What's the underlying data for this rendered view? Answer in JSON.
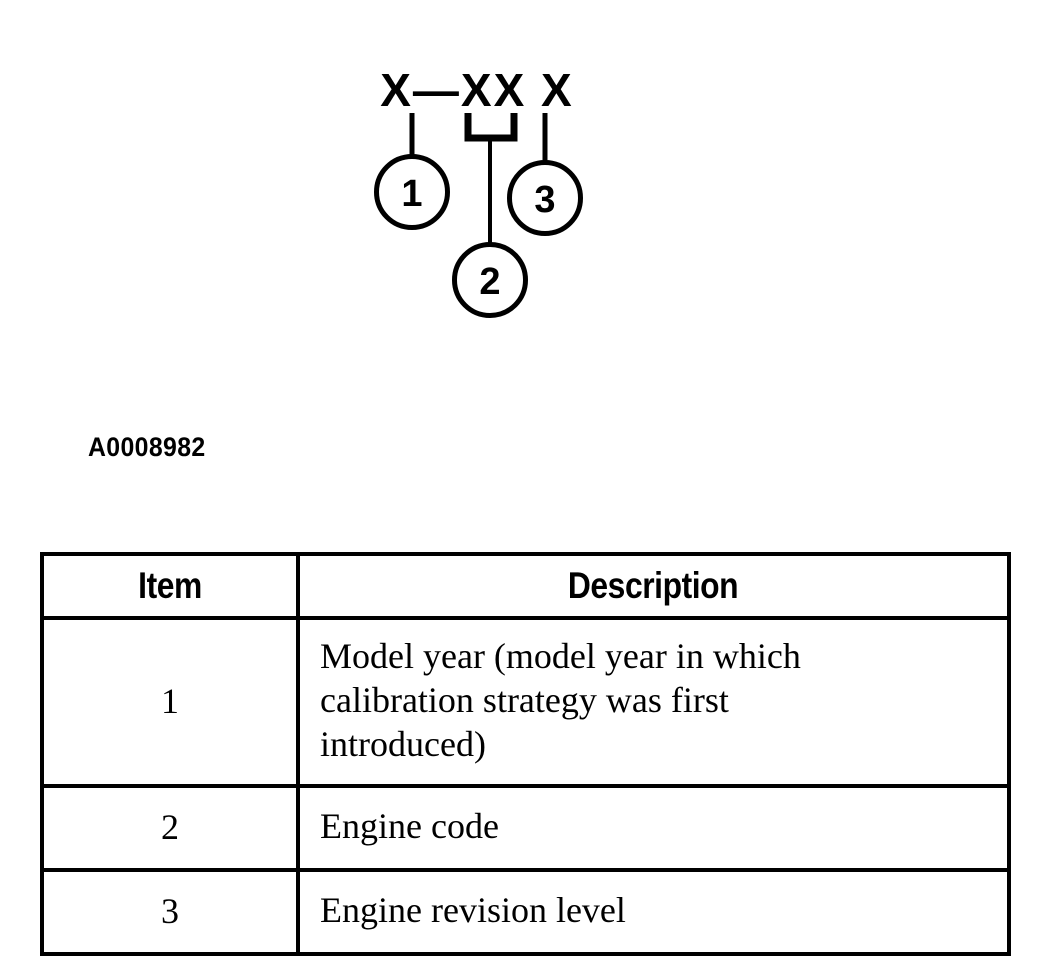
{
  "figure": {
    "code_pattern": "X—XX X",
    "callouts": [
      {
        "number": "1",
        "target": "first-character"
      },
      {
        "number": "2",
        "target": "middle-two-characters"
      },
      {
        "number": "3",
        "target": "last-character"
      }
    ],
    "figure_id": "A0008982"
  },
  "table": {
    "headers": {
      "item": "Item",
      "description": "Description"
    },
    "rows": [
      {
        "item": "1",
        "description": "Model year (model year in which calibration strategy was first introduced)",
        "description_lines": [
          "Model year (model year in which",
          "calibration strategy was first",
          "introduced)"
        ]
      },
      {
        "item": "2",
        "description": "Engine code",
        "description_lines": [
          "Engine code"
        ]
      },
      {
        "item": "3",
        "description": "Engine revision level",
        "description_lines": [
          "Engine revision level"
        ]
      }
    ]
  },
  "colors": {
    "ink": "#000000",
    "paper": "#ffffff"
  }
}
